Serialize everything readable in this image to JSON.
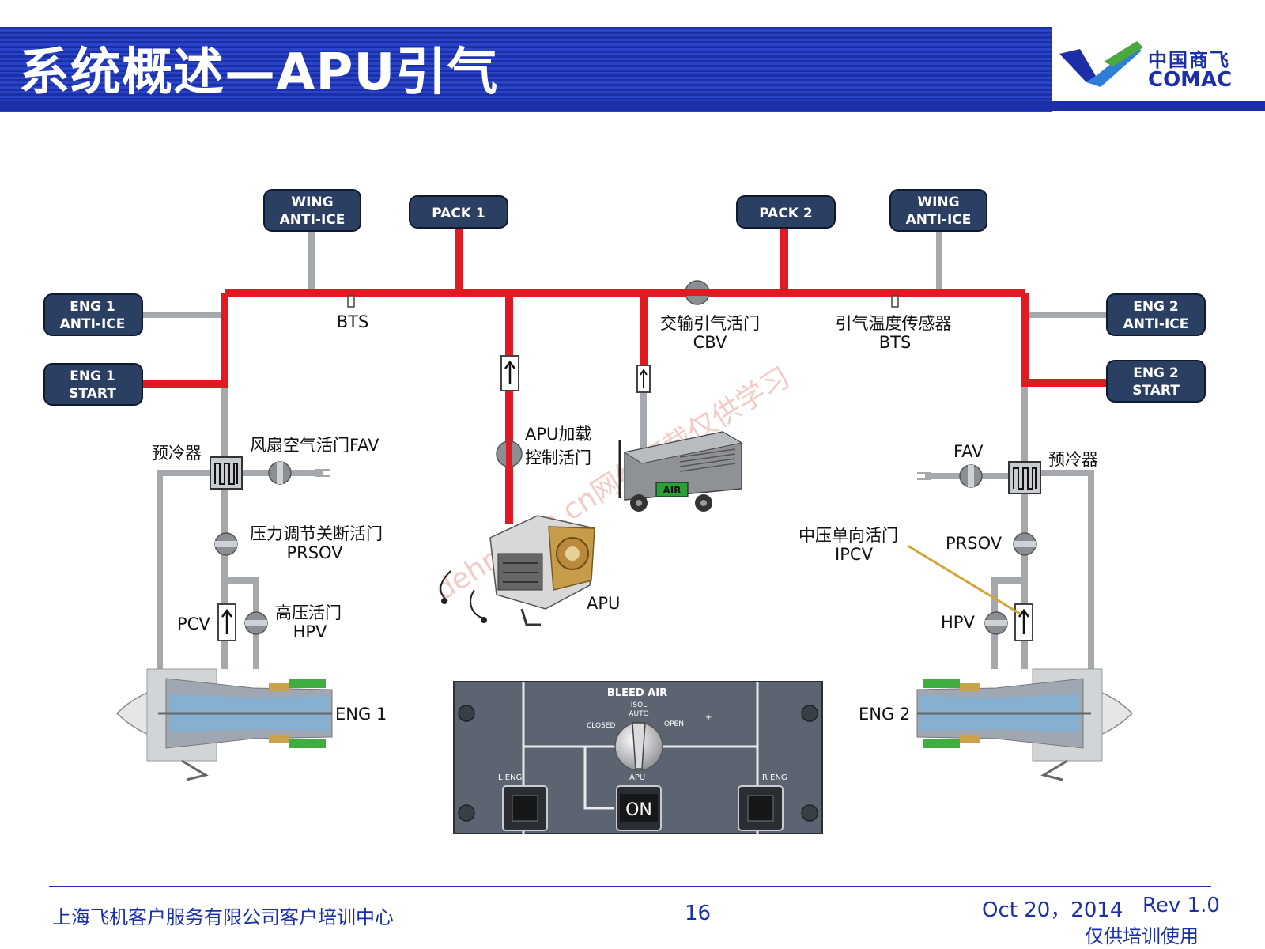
{
  "page": {
    "title": "系统概述—APU引气",
    "logo_cn": "中国商飞",
    "logo_en": "COMAC"
  },
  "footer": {
    "org": "上海飞机客户服务有限公司客户培训中心",
    "page_no": "16",
    "date": "Oct 20，2014",
    "rev": "Rev 1.0",
    "note": "仅供培训使用"
  },
  "boxes": {
    "wing_anti_ice_l": [
      "WING",
      "ANTI-ICE"
    ],
    "pack1": [
      "PACK 1"
    ],
    "pack2": [
      "PACK 2"
    ],
    "wing_anti_ice_r": [
      "WING",
      "ANTI-ICE"
    ],
    "eng1_anti_ice": [
      "ENG 1",
      "ANTI-ICE"
    ],
    "eng1_start": [
      "ENG 1",
      "START"
    ],
    "eng2_anti_ice": [
      "ENG 2",
      "ANTI-ICE"
    ],
    "eng2_start": [
      "ENG 2",
      "START"
    ]
  },
  "labels": {
    "bts_left": "BTS",
    "cbv_cn": "交输引气活门",
    "cbv": "CBV",
    "bts_right_cn": "引气温度传感器",
    "bts_right": "BTS",
    "apu_load_1": "APU加载",
    "apu_load_2": "控制活门",
    "precooler_l": "预冷器",
    "fav_l": "风扇空气活门FAV",
    "prsov_l_cn": "压力调节关断活门",
    "prsov_l": "PRSOV",
    "pcv": "PCV",
    "hpv_l_cn": "高压活门",
    "hpv_l": "HPV",
    "eng1": "ENG 1",
    "apu": "APU",
    "air_cart": "AIR",
    "fav_r": "FAV",
    "precooler_r": "预冷器",
    "ipcv_cn": "中压单向活门",
    "ipcv": "IPCV",
    "prsov_r": "PRSOV",
    "hpv_r": "HPV",
    "eng2": "ENG 2"
  },
  "panel": {
    "title": "BLEED AIR",
    "isol": "ISOL",
    "auto": "AUTO",
    "closed": "CLOSED",
    "open": "OPEN",
    "l_eng": "L ENG",
    "apu": "APU",
    "r_eng": "R ENG",
    "on": "ON",
    "plus": "+"
  },
  "watermark": "dehn.com.cn网络下载仅供学习",
  "colors": {
    "header_blue": "#1a2fa8",
    "bleed_red": "#e11a22",
    "duct_gray": "#a5a9ad",
    "box_navy": "#2b3f63",
    "panel_gray": "#5b6470"
  }
}
